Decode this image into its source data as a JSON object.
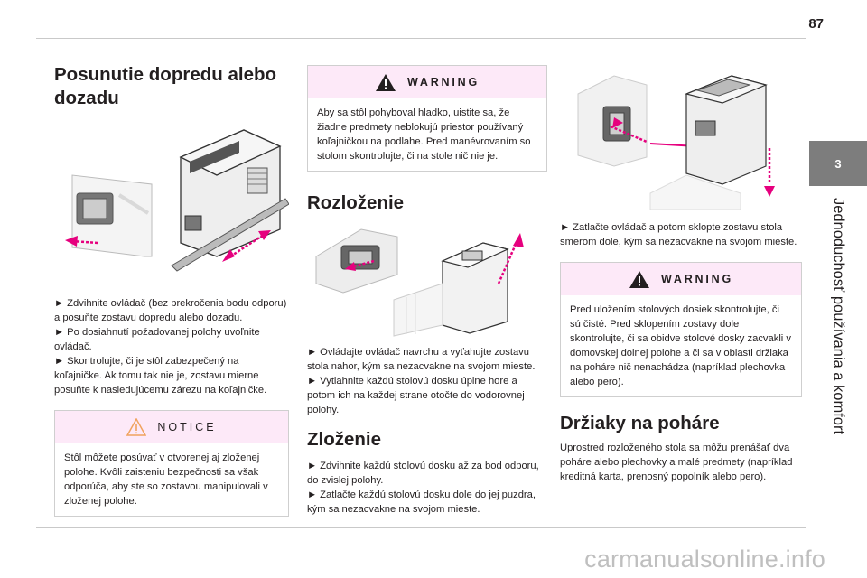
{
  "page_number": "87",
  "chapter": {
    "number": "3",
    "title": "Jednoduchosť používania a komfort"
  },
  "column1": {
    "heading_line1": "Posunutie dopredu alebo",
    "heading_line2": "dozadu",
    "steps": [
      "► Zdvihnite ovládač (bez prekročenia bodu odporu) a posuňte zostavu dopredu alebo dozadu.",
      "► Po dosiahnutí požadovanej polohy uvoľnite ovládač.",
      "► Skontrolujte, či je stôl zabezpečený na koľajničke. Ak tomu tak nie je, zostavu mierne posuňte k nasledujúcemu zárezu na koľajničke."
    ],
    "notice": {
      "title": "NOTICE",
      "text": "Stôl môžete posúvať v otvorenej aj zloženej polohe. Kvôli zaisteniu bezpečnosti sa však odporúča, aby ste so zostavou manipulovali v zloženej polohe."
    }
  },
  "column2": {
    "warning": {
      "title": "WARNING",
      "text": "Aby sa stôl pohyboval hladko, uistite sa, že žiadne predmety neblokujú priestor používaný koľajničkou na podlahe. Pred manévrovaním so stolom skontrolujte, či na stole nič nie je."
    },
    "unfold_heading": "Rozloženie",
    "unfold_steps": [
      "► Ovládajte ovládač navrchu a vyťahujte zostavu stola nahor, kým sa nezacvakne na svojom mieste.",
      "► Vytiahnite každú stolovú dosku úplne hore a potom ich na každej strane otočte do vodorovnej polohy."
    ],
    "fold_heading": "Zloženie",
    "fold_steps": [
      "► Zdvihnite každú stolovú dosku až za bod odporu, do zvislej polohy.",
      "► Zatlačte každú stolovú dosku dole do jej puzdra, kým sa nezacvakne na svojom mieste."
    ]
  },
  "column3": {
    "steps": [
      "► Zatlačte ovládač a potom sklopte zostavu stola smerom dole, kým sa nezacvakne na svojom mieste."
    ],
    "warning": {
      "title": "WARNING",
      "text": "Pred uložením stolových dosiek skontrolujte, či sú čisté. Pred sklopením zostavy dole skontrolujte, či sa obidve stolové dosky zacvakli v domovskej dolnej polohe a či sa v oblasti držiaka na poháre nič nenachádza (napríklad plechovka alebo pero)."
    },
    "cupholder_heading": "Držiaky na poháre",
    "cupholder_text": "Uprostred rozloženého stola sa môžu prenášať dva poháre alebo plechovky a malé predmety (napríklad kreditná karta, prenosný popolník alebo pero)."
  },
  "watermark": "carmanualsonline.info",
  "colors": {
    "accent": "#e6007e",
    "box_header": "#fde9f8",
    "chapter_tab": "#7d7d7d"
  },
  "icons": [
    "warning-triangle-icon",
    "notice-triangle-icon"
  ]
}
